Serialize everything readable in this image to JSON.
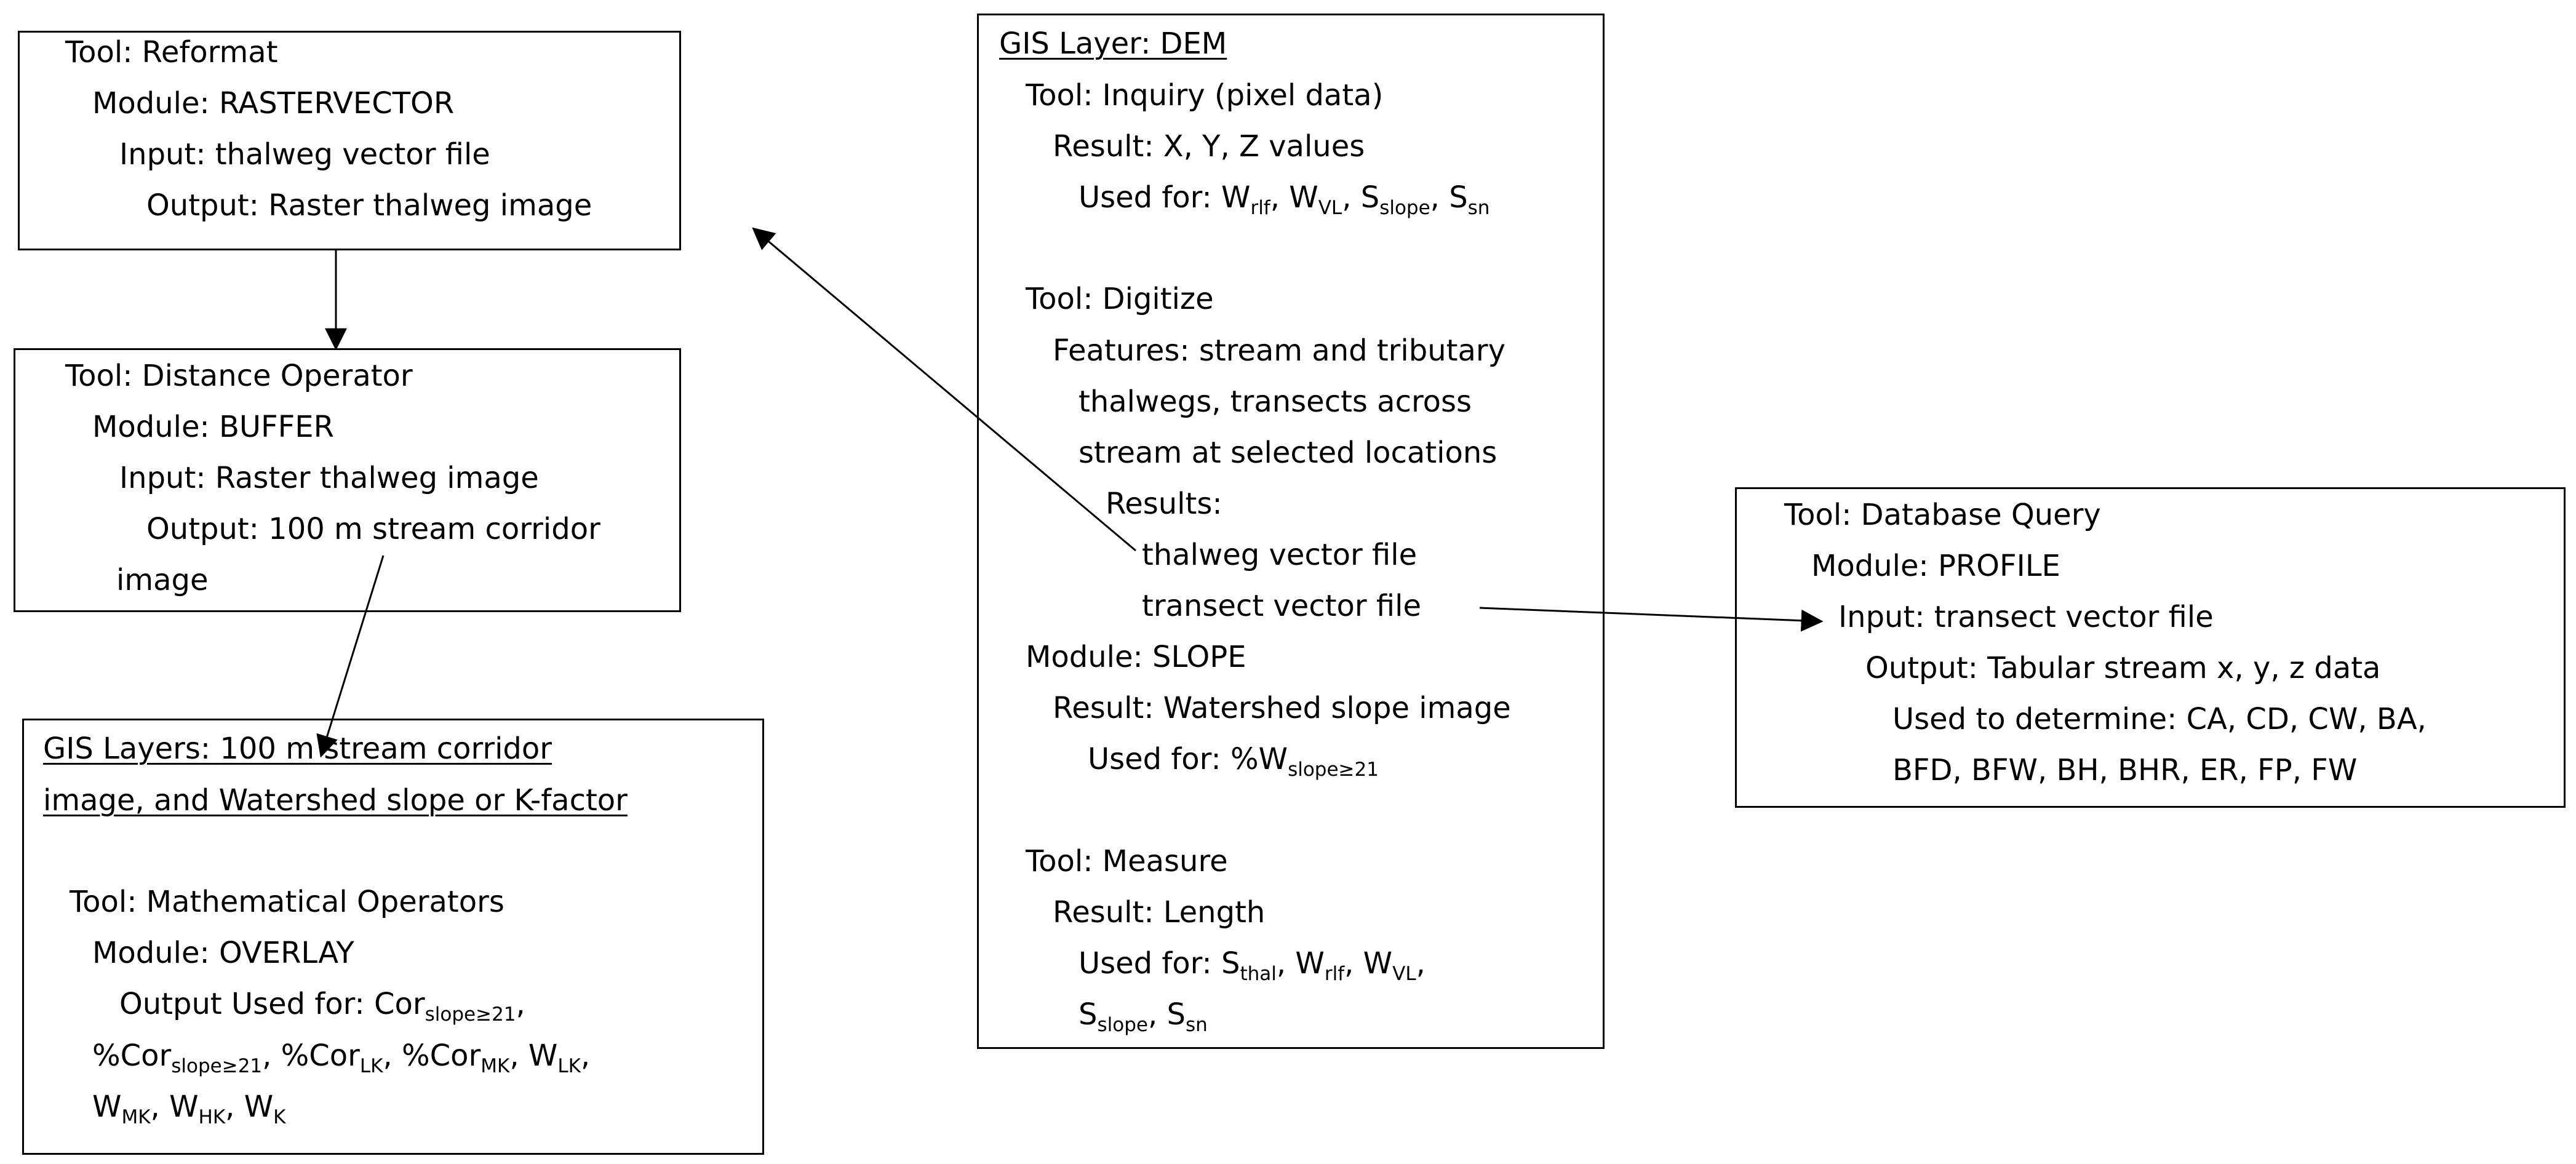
{
  "reformat": {
    "tool": "Tool: Reformat",
    "module": "Module: RASTERVECTOR",
    "input": "Input: thalweg vector file",
    "output": "Output: Raster thalweg image"
  },
  "distance": {
    "tool": "Tool: Distance Operator",
    "module": "Module: BUFFER",
    "input": "Input: Raster thalweg image",
    "output1": "Output: 100 m stream corridor",
    "output2": "image"
  },
  "overlay": {
    "title1": "GIS Layers: 100 m stream corridor",
    "title2": "image, and Watershed slope or K-factor",
    "tool": "Tool: Mathematical Operators",
    "module": "Module: OVERLAY",
    "out1_pre": "Output Used for: ",
    "cor": "Cor",
    "slope21": "slope≥21",
    "pct_cor": "%Cor",
    "lk": "LK",
    "mk": "MK",
    "hk": "HK",
    "k": "K",
    "w": "W",
    "sep": ", "
  },
  "dem": {
    "title": "GIS Layer: DEM",
    "inquiry_tool": "Tool: Inquiry (pixel data)",
    "inquiry_result": "Result: X, Y, Z values",
    "used_for": "Used for: ",
    "w": "W",
    "s": "S",
    "rlf": "rlf",
    "vl": "VL",
    "slope": "slope",
    "sn": "sn",
    "thal": "thal",
    "sep": ", ",
    "digitize_tool": "Tool: Digitize",
    "features1": "Features: stream and tributary",
    "features2": "thalwegs, transects across",
    "features3": "stream at selected locations",
    "results": "Results:",
    "res1": "thalweg vector file",
    "res2": "transect vector file",
    "slope_module": "Module: SLOPE",
    "slope_result": "Result: Watershed slope image",
    "slope_used_pre": "Used for: %W",
    "slope21": "slope≥21",
    "measure_tool": "Tool: Measure",
    "measure_result": "Result: Length"
  },
  "profile": {
    "tool": "Tool: Database Query",
    "module": "Module: PROFILE",
    "input": "Input: transect vector file",
    "output": "Output: Tabular stream x, y, z data",
    "used1": "Used to determine: CA, CD, CW, BA,",
    "used2": "BFD, BFW, BH, BHR, ER, FP, FW"
  }
}
